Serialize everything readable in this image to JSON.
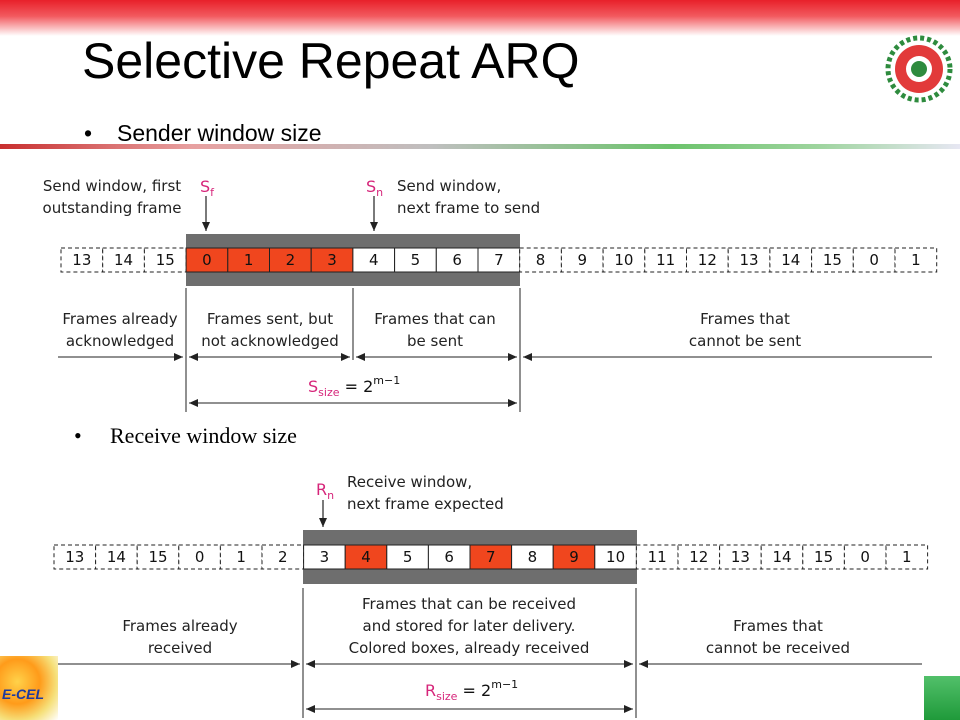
{
  "slide": {
    "title": "Selective Repeat ARQ",
    "bullet1": "Sender window size",
    "bullet2": "Receive window size",
    "bullet_char": "•",
    "corner_text": "E-CEL"
  },
  "sender": {
    "frames": [
      "13",
      "14",
      "15",
      "0",
      "1",
      "2",
      "3",
      "4",
      "5",
      "6",
      "7",
      "8",
      "9",
      "10",
      "11",
      "12",
      "13",
      "14",
      "15",
      "0",
      "1"
    ],
    "sent_unacked_indices": [
      3,
      4,
      5,
      6
    ],
    "window_start": 3,
    "window_size": 8,
    "sf_main": "S",
    "sf_sub": "f",
    "sn_main": "S",
    "sn_sub": "n",
    "label_sf": [
      "Send window, first",
      "outstanding frame"
    ],
    "label_sn": [
      "Send window,",
      "next frame to send"
    ],
    "region_already_acked": [
      "Frames already",
      "acknowledged"
    ],
    "region_sent_not_acked": [
      "Frames sent, but",
      "not acknowledged"
    ],
    "region_can_send": [
      "Frames that can",
      "be sent"
    ],
    "region_cannot_send": [
      "Frames that",
      "cannot be sent"
    ],
    "size_main": "S",
    "size_sub": "size",
    "size_eq": " = 2",
    "size_exp": "m−1"
  },
  "receiver": {
    "frames": [
      "13",
      "14",
      "15",
      "0",
      "1",
      "2",
      "3",
      "4",
      "5",
      "6",
      "7",
      "8",
      "9",
      "10",
      "11",
      "12",
      "13",
      "14",
      "15",
      "0",
      "1"
    ],
    "received_indices": [
      7,
      10,
      12
    ],
    "window_start": 6,
    "window_size": 8,
    "rn_main": "R",
    "rn_sub": "n",
    "label_rn": [
      "Receive window,",
      "next frame expected"
    ],
    "region_already_received": [
      "Frames already",
      "received"
    ],
    "region_can_receive": [
      "Frames that can be received",
      "and stored for later delivery.",
      "Colored boxes, already received"
    ],
    "region_cannot_receive": [
      "Frames that",
      "cannot be received"
    ],
    "size_main": "R",
    "size_sub": "size",
    "size_eq": " = 2",
    "size_exp": "m−1"
  },
  "colors": {
    "frame_fill": "#f0461e",
    "window_bar": "#6e6e6e",
    "pink": "#d6257a",
    "title_bar": "#e8202a"
  },
  "icons": {
    "logo": "gear-emblem-icon"
  }
}
